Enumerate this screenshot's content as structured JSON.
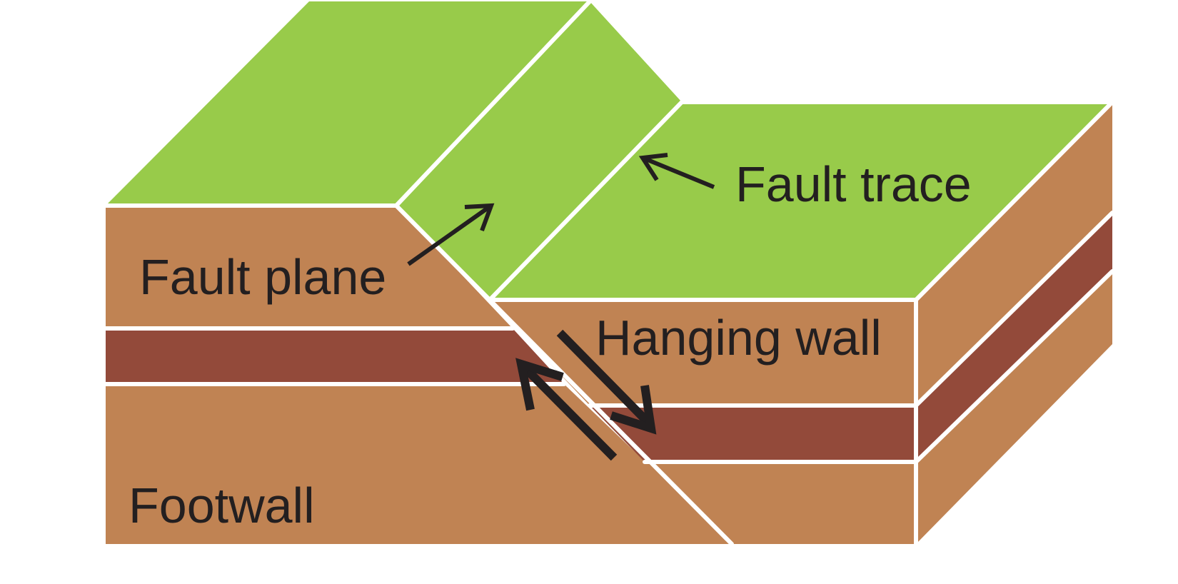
{
  "diagram": {
    "labels": {
      "fault_trace": "Fault trace",
      "fault_plane": "Fault plane",
      "hanging_wall": "Hanging wall",
      "footwall": "Footwall"
    },
    "colors": {
      "surface_green": "#98CB4A",
      "soil_brown": "#C08353",
      "rock_layer_red": "#934A3A",
      "edge_white": "#FFFFFF",
      "arrow_black": "#231F20"
    }
  }
}
